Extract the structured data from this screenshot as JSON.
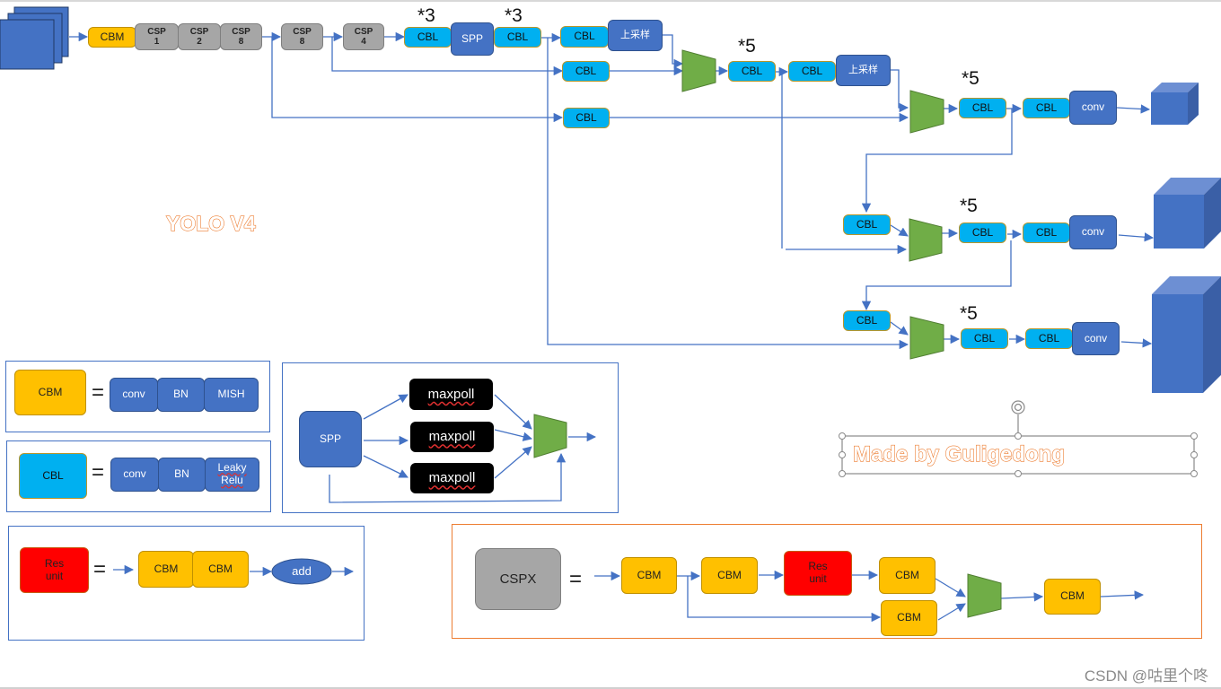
{
  "title": "YOLO V4",
  "credit": "Made by Guligedong",
  "watermark": "CSDN @咕里个咚",
  "colors": {
    "cbm": "#ffc000",
    "cbl": "#00b0f0",
    "csp": "#a6a6a6",
    "block_blue": "#4472c4",
    "res_unit": "#ff0000",
    "concat_green": "#70ad47",
    "maxpool": "#000000",
    "title_orange": "#ed7d31",
    "cspx_panel_border": "#ed7d31",
    "panel_border": "#4472c4"
  },
  "main": {
    "backbone": [
      "CBM",
      "CSP\n1",
      "CSP\n2",
      "CSP\n8",
      "CSP\n8",
      "CSP\n4"
    ],
    "neck_top": {
      "cbl_a": "CBL",
      "cbl_a_mult": "*3",
      "spp": "SPP",
      "cbl_b": "CBL",
      "cbl_b_mult": "*3",
      "cbl_c": "CBL",
      "upsample_1": "上采样",
      "cbl_route1": "CBL",
      "cbl_route2": "CBL",
      "cbl_mid": "CBL",
      "cbl_mid_mult": "*5",
      "cbl_d": "CBL",
      "upsample_2": "上采样"
    },
    "heads": [
      {
        "mult": "*5",
        "cbl_in": "",
        "cbl1": "CBL",
        "cbl2": "CBL",
        "conv": "conv"
      },
      {
        "mult": "*5",
        "cbl_in": "CBL",
        "cbl1": "CBL",
        "cbl2": "CBL",
        "conv": "conv"
      },
      {
        "mult": "*5",
        "cbl_in": "CBL",
        "cbl1": "CBL",
        "cbl2": "CBL",
        "conv": "conv"
      }
    ]
  },
  "legend": {
    "cbm": {
      "name": "CBM",
      "eq": "=",
      "parts": [
        "conv",
        "BN",
        "MISH"
      ]
    },
    "cbl": {
      "name": "CBL",
      "eq": "=",
      "parts": [
        "conv",
        "BN",
        "Leaky\nRelu"
      ]
    },
    "spp": {
      "name": "SPP",
      "pools": [
        "maxpoll",
        "maxpoll",
        "maxpoll"
      ]
    },
    "res": {
      "name": "Res\nunit",
      "eq": "=",
      "parts": [
        "CBM",
        "CBM"
      ],
      "add": "add"
    },
    "cspx": {
      "name": "CSPX",
      "eq": "=",
      "cbm1": "CBM",
      "cbm2": "CBM",
      "res": "Res\nunit",
      "cbm3": "CBM",
      "cbm_skip": "CBM",
      "cbm_out": "CBM"
    }
  }
}
